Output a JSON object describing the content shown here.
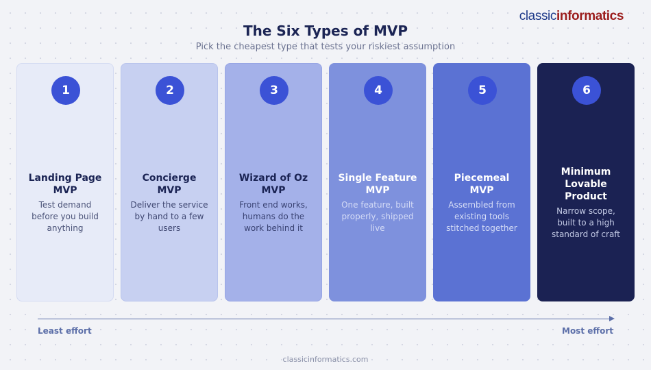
{
  "brand": {
    "part1": "classic",
    "part2": "informatics"
  },
  "header": {
    "title": "The Six Types of MVP",
    "subtitle": "Pick the cheapest type that tests your riskiest assumption"
  },
  "cards": [
    {
      "number": "1",
      "title": "Landing Page MVP",
      "desc": "Test demand before you build anything",
      "bg": "#e7ebf8",
      "border": "#d4dbf2",
      "title_color": "#1b2454",
      "desc_color": "#4b5378"
    },
    {
      "number": "2",
      "title": "Concierge MVP",
      "desc": "Deliver the service by hand to a few users",
      "bg": "#c7d0f1",
      "border": "#b9c4ec",
      "title_color": "#1b2454",
      "desc_color": "#3e4670"
    },
    {
      "number": "3",
      "title": "Wizard of Oz MVP",
      "desc": "Front end works, humans do the work behind it",
      "bg": "#a4b1e9",
      "border": "#97a5e4",
      "title_color": "#1b2454",
      "desc_color": "#3a4373"
    },
    {
      "number": "4",
      "title": "Single Feature MVP",
      "desc": "One feature, built properly, shipped live",
      "bg": "#7e91dd",
      "border": "#7e91dd",
      "title_color": "#ffffff",
      "desc_color": "#d4dbf6"
    },
    {
      "number": "5",
      "title": "Piecemeal MVP",
      "desc": "Assembled from existing tools stitched together",
      "bg": "#5b72d3",
      "border": "#5b72d3",
      "title_color": "#ffffff",
      "desc_color": "#d6ddf6"
    },
    {
      "number": "6",
      "title": "Minimum Lovable Product",
      "desc": "Narrow scope, built to a high standard of craft",
      "bg": "#1b2253",
      "border": "#1b2253",
      "title_color": "#ffffff",
      "desc_color": "#c4cbe6"
    }
  ],
  "axis": {
    "left_label": "Least effort",
    "right_label": "Most effort"
  },
  "footer": {
    "text": "classicinformatics.com"
  }
}
